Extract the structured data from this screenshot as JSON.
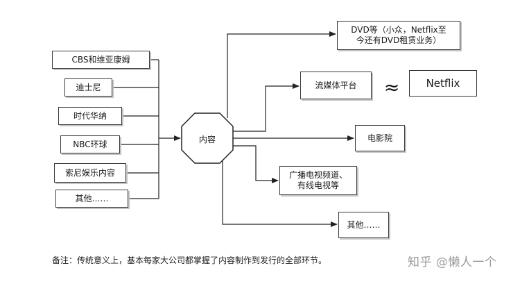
{
  "sources": [
    "CBS和维亚康姆",
    "迪士尼",
    "时代华纳",
    "NBC环球",
    "索尼娱乐内容",
    "其他……"
  ],
  "hub": "内容",
  "outlets": {
    "dvd": "DVD等（小众，Netflix至\n今还有DVD租赁业务）",
    "streaming": "流媒体平台",
    "cinema": "电影院",
    "tv": "广播电视频道、\n有线电视等",
    "other": "其他……"
  },
  "approx_symbol": "≈",
  "netflix": "Netflix",
  "note": "备注：传统意义上，基本每家大公司都掌握了内容制作到发行的全部环节。",
  "watermark": "知乎 @懒人一个"
}
